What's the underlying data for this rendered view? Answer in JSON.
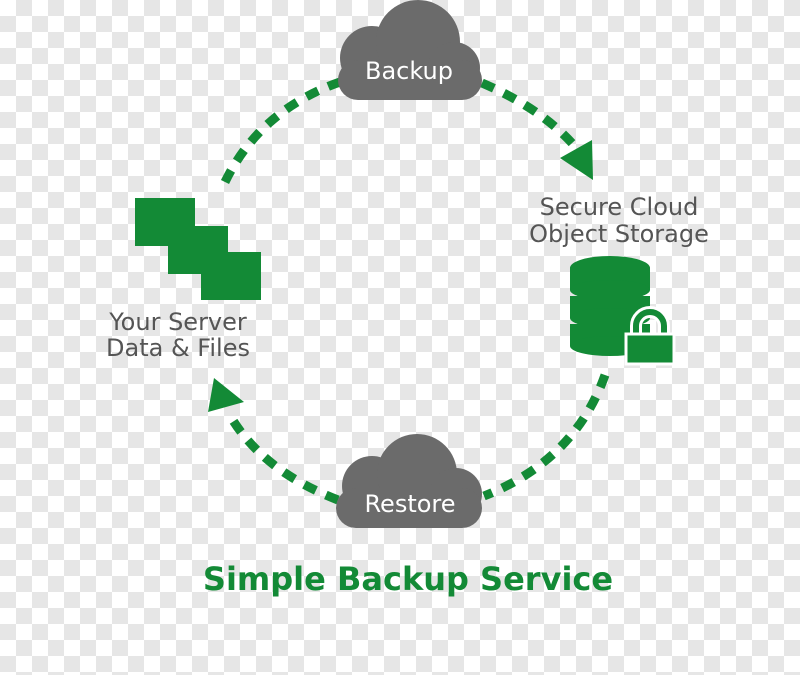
{
  "colors": {
    "accent_green": "#138a36",
    "cloud_gray": "#6b6b6b",
    "label_gray": "#555555"
  },
  "clouds": {
    "backup": {
      "label": "Backup",
      "icon": "cloud-icon"
    },
    "restore": {
      "label": "Restore",
      "icon": "cloud-icon"
    }
  },
  "storage": {
    "label_line1": "Secure Cloud",
    "label_line2": "Object Storage",
    "icon": "database-lock-icon"
  },
  "server": {
    "label_line1": "Your Server",
    "label_line2": "Data & Files",
    "icon": "stacked-files-icon"
  },
  "title": "Simple Backup Service"
}
